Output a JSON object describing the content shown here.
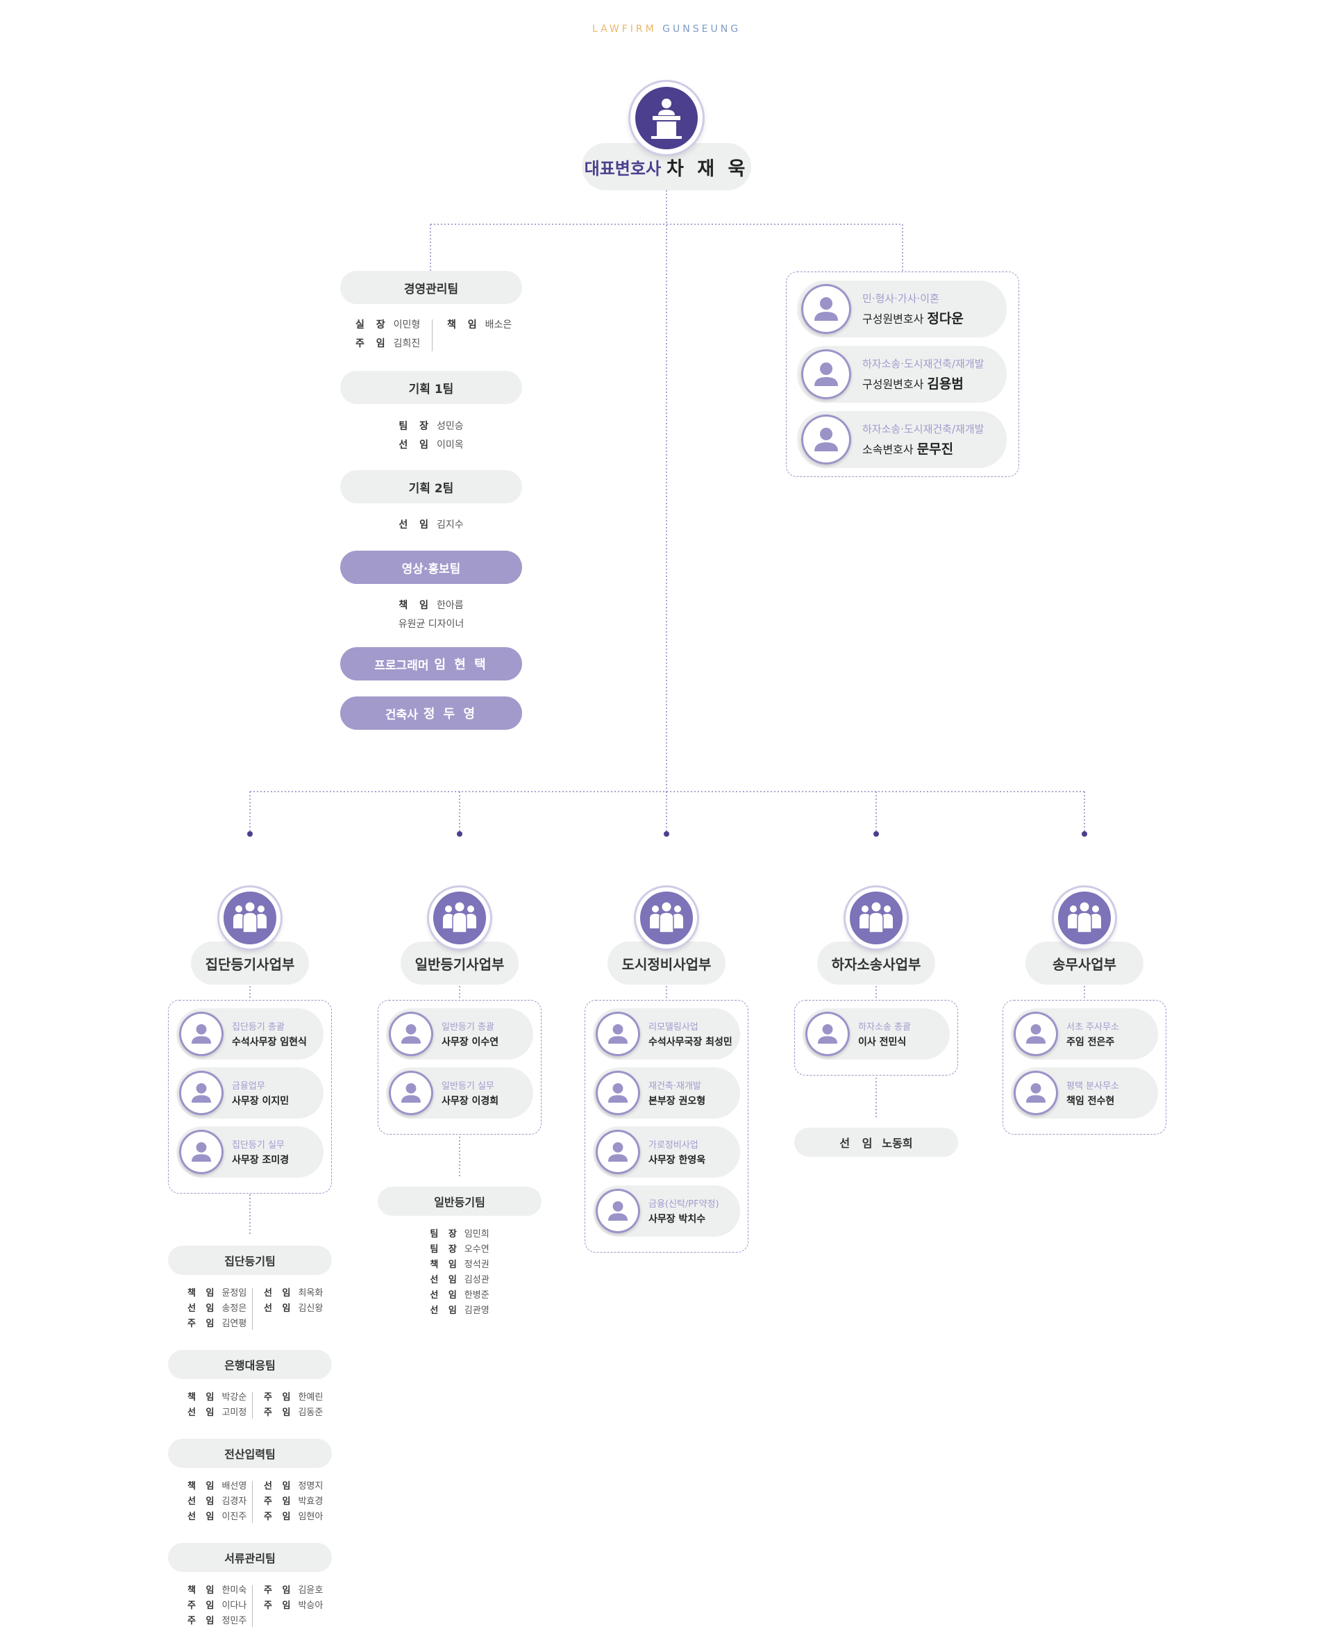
{
  "brand": {
    "part1": "LAWFIRM",
    "part2": "GUNSEUNG"
  },
  "ceo": {
    "title": "대표변호사",
    "name": "차 재 욱",
    "icon": "podium-icon"
  },
  "management": {
    "team": "경영관리팀",
    "left": [
      {
        "role": "실 장",
        "name": "이민형"
      },
      {
        "role": "주 임",
        "name": "김희진"
      }
    ],
    "right": [
      {
        "role": "책 임",
        "name": "배소은"
      }
    ]
  },
  "planning1": {
    "team": "기획 1팀",
    "rows": [
      {
        "role": "팀 장",
        "name": "성민승"
      },
      {
        "role": "선 임",
        "name": "이미옥"
      }
    ]
  },
  "planning2": {
    "team": "기획 2팀",
    "rows": [
      {
        "role": "선 임",
        "name": "김지수"
      }
    ]
  },
  "media": {
    "team": "영상·홍보팀",
    "row1_role": "책 임",
    "row1_name": "한아름",
    "row2": "유원균 디자이너"
  },
  "programmer": {
    "title": "프로그래머",
    "name": "임 현 택"
  },
  "architect": {
    "title": "건축사",
    "name": "정 두 영"
  },
  "lawyers": [
    {
      "area": "민·형사·가사·이혼",
      "title": "구성원변호사",
      "name": "정다운"
    },
    {
      "area": "하자소송·도시재건축/재개발",
      "title": "구성원변호사",
      "name": "김용범"
    },
    {
      "area": "하자소송·도시재건축/재개발",
      "title": "소속변호사",
      "name": "문무진"
    }
  ],
  "departments": [
    {
      "name": "집단등기사업부",
      "cards": [
        {
          "sub": "집단등기 총괄",
          "name": "수석사무장 임현식"
        },
        {
          "sub": "금융업무",
          "name": "사무장 이지민"
        },
        {
          "sub": "집단등기 실무",
          "name": "사무장 조미경"
        }
      ],
      "teams": [
        {
          "team": "집단등기팀",
          "left": [
            {
              "role": "책 임",
              "name": "윤정임"
            },
            {
              "role": "선 임",
              "name": "송정은"
            },
            {
              "role": "주 임",
              "name": "김연평"
            }
          ],
          "right": [
            {
              "role": "선 임",
              "name": "최옥화"
            },
            {
              "role": "선 임",
              "name": "김신왕"
            }
          ]
        },
        {
          "team": "은행대응팀",
          "left": [
            {
              "role": "책 임",
              "name": "박강순"
            },
            {
              "role": "선 임",
              "name": "고미정"
            }
          ],
          "right": [
            {
              "role": "주 임",
              "name": "한예린"
            },
            {
              "role": "주 임",
              "name": "김동준"
            }
          ]
        },
        {
          "team": "전산입력팀",
          "left": [
            {
              "role": "책 임",
              "name": "배선영"
            },
            {
              "role": "선 임",
              "name": "김경자"
            },
            {
              "role": "선 임",
              "name": "이진주"
            }
          ],
          "right": [
            {
              "role": "선 임",
              "name": "정명지"
            },
            {
              "role": "주 임",
              "name": "박효경"
            },
            {
              "role": "주 임",
              "name": "임현아"
            }
          ]
        },
        {
          "team": "서류관리팀",
          "left": [
            {
              "role": "책 임",
              "name": "한미숙"
            },
            {
              "role": "주 임",
              "name": "이다나"
            },
            {
              "role": "주 임",
              "name": "정민주"
            }
          ],
          "right": [
            {
              "role": "주 임",
              "name": "김윤호"
            },
            {
              "role": "주 임",
              "name": "박승아"
            }
          ]
        }
      ]
    },
    {
      "name": "일반등기사업부",
      "cards": [
        {
          "sub": "일반등기 총괄",
          "name": "사무장 이수연"
        },
        {
          "sub": "일반등기 실무",
          "name": "사무장 이경희"
        }
      ],
      "teams": [
        {
          "team": "일반등기팀",
          "left": [
            {
              "role": "팀 장",
              "name": "임민희"
            },
            {
              "role": "팀 장",
              "name": "오수연"
            },
            {
              "role": "책 임",
              "name": "정석권"
            },
            {
              "role": "선 임",
              "name": "김성관"
            },
            {
              "role": "선 임",
              "name": "한병준"
            },
            {
              "role": "선 임",
              "name": "김관영"
            }
          ],
          "right": []
        }
      ]
    },
    {
      "name": "도시정비사업부",
      "cards": [
        {
          "sub": "리모델링사업",
          "name": "수석사무국장 최성민"
        },
        {
          "sub": "재건축·재개발",
          "name": "본부장 권오형"
        },
        {
          "sub": "가로정비사업",
          "name": "사무장 한영욱"
        },
        {
          "sub": "금융(신탁/PF약정)",
          "name": "사무장 박치수"
        }
      ],
      "teams": []
    },
    {
      "name": "하자소송사업부",
      "cards": [
        {
          "sub": "하자소송 총괄",
          "name": "이사 전민식"
        }
      ],
      "teams": [],
      "extra": {
        "role": "선 임",
        "name": "노동희"
      }
    },
    {
      "name": "송무사업부",
      "cards": [
        {
          "sub": "서초 주사무소",
          "name": "주임 전은주"
        },
        {
          "sub": "평택 분사무소",
          "name": "책임 전수현"
        }
      ],
      "teams": []
    }
  ]
}
